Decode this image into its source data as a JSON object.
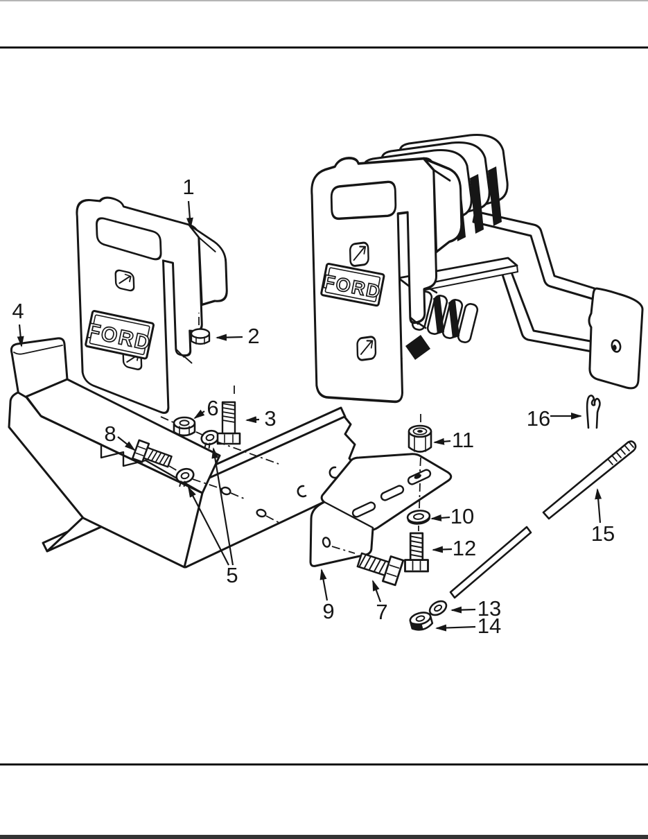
{
  "figure": {
    "paper_color": "#ffffff",
    "ink_color": "#161616",
    "left_logo": "FORD",
    "right_logo": "FORD",
    "callouts": [
      {
        "label": "1"
      },
      {
        "label": "2"
      },
      {
        "label": "3"
      },
      {
        "label": "4"
      },
      {
        "label": "5"
      },
      {
        "label": "6"
      },
      {
        "label": "7"
      },
      {
        "label": "8"
      },
      {
        "label": "9"
      },
      {
        "label": "10"
      },
      {
        "label": "11"
      },
      {
        "label": "12"
      },
      {
        "label": "13"
      },
      {
        "label": "14"
      },
      {
        "label": "15"
      },
      {
        "label": "16"
      }
    ]
  }
}
